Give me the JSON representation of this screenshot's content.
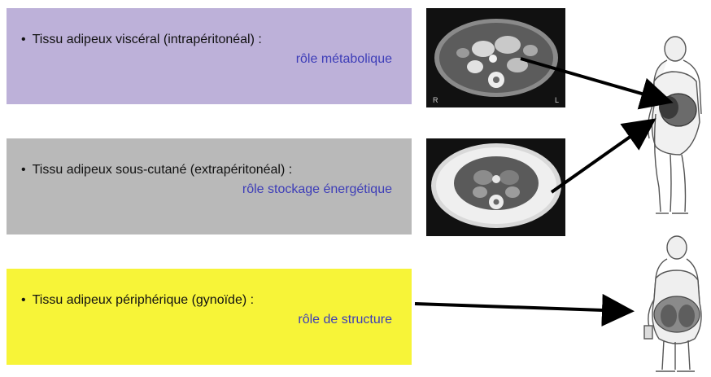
{
  "colors": {
    "box_visceral": "#bdb1d9",
    "box_sous_cutane": "#b9b9b9",
    "box_peripherique": "#f7f438",
    "role_text": "#3d3db8",
    "arrow": "#000000"
  },
  "boxes": [
    {
      "bullet": "•",
      "label": "Tissu adipeux viscéral (intrapéritonéal) :",
      "role": "rôle métabolique"
    },
    {
      "bullet": "•",
      "label": "Tissu adipeux sous-cutané (extrapéritonéal) :",
      "role": "rôle stockage énergétique"
    },
    {
      "bullet": "•",
      "label": "Tissu adipeux périphérique (gynoïde) :",
      "role": "rôle de structure"
    }
  ],
  "images": [
    {
      "icon": "ct-scan-visceral-icon"
    },
    {
      "icon": "ct-scan-subcutaneous-icon"
    },
    {
      "icon": "android-obesity-figure-icon"
    },
    {
      "icon": "gynoid-obesity-figure-icon"
    }
  ]
}
